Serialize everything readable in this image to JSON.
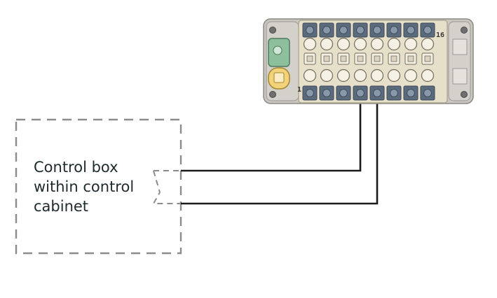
{
  "control_box": {
    "label_lines": [
      "Control box",
      "within control",
      "cabinet"
    ]
  },
  "connector": {
    "pin_labels": {
      "first": "1",
      "last": "16"
    },
    "colors": {
      "housing": "#c9c7bf",
      "insert": "#e6dfc9",
      "terminal": "#5b6b7e",
      "green_lever": "#8dbf9d",
      "yellow_lever": "#f2d27a"
    }
  },
  "wiring": {
    "line_color": "#1a1a1a",
    "box_border_color": "#8c8c8c"
  }
}
